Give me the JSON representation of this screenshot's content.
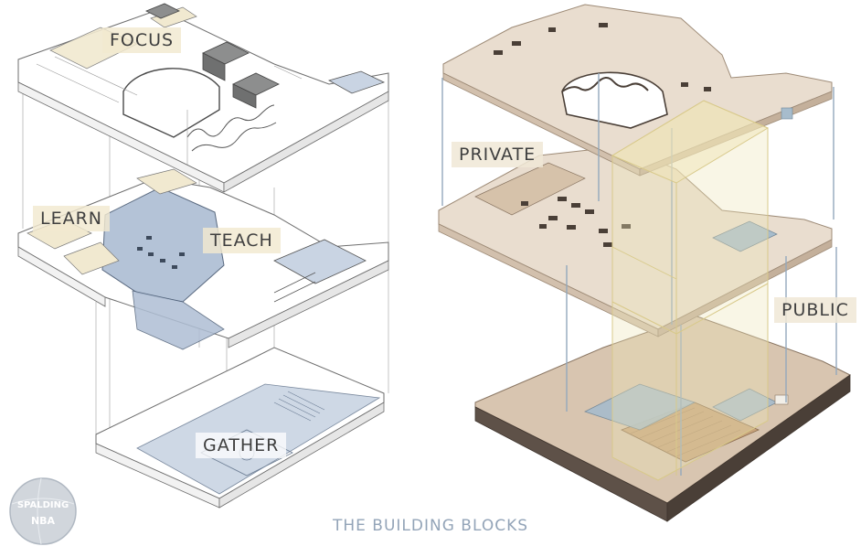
{
  "labels": {
    "focus": "FOCUS",
    "learn": "LEARN",
    "teach": "TEACH",
    "gather": "GATHER",
    "private": "PRIVATE",
    "public": "PUBLIC"
  },
  "title": "THE BUILDING BLOCKS",
  "logo": {
    "line1": "SPALDING",
    "line2": "NBA"
  },
  "colors": {
    "line": "#7a7a7a",
    "focus_gray": "#8d8e8e",
    "learn_cream": "#f1e9d0",
    "teach_blue": "#aebed4",
    "gather_blue": "#c9d4e3",
    "floor_tan": "#d8c5b0",
    "floor_dark": "#5e5148",
    "glass_yellow": "#efe4b6",
    "title_blue": "#93a4b8"
  }
}
